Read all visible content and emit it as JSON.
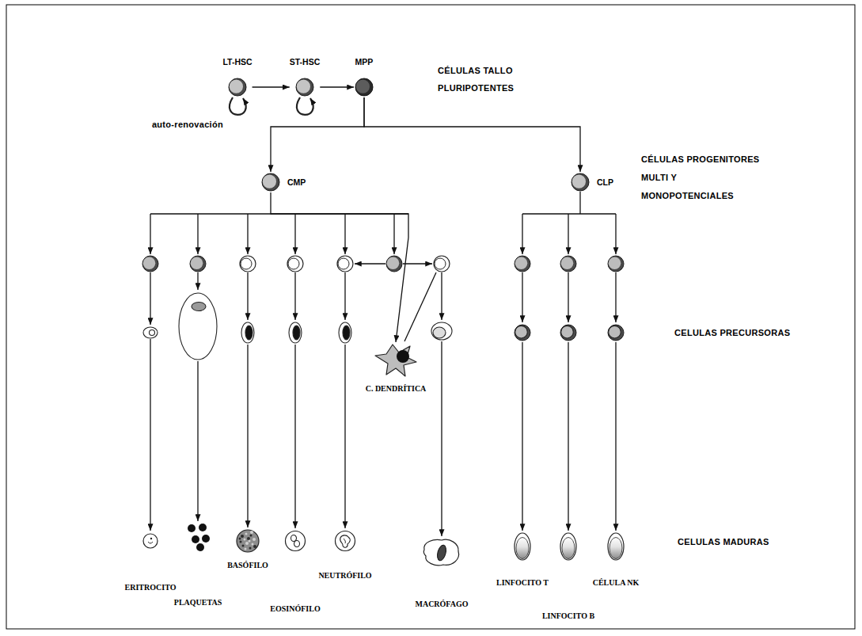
{
  "diagram": {
    "nodes": [
      {
        "text": [
          "LT-HSC"
        ]
      },
      {
        "text": [
          "ST-HSC"
        ]
      },
      {
        "text": [
          "MPP"
        ]
      },
      {
        "text": [
          "CMP"
        ]
      },
      {
        "text": [
          "CLP"
        ]
      },
      {
        "text": [
          "C. DENDRÍTICA"
        ]
      },
      {
        "text": [
          "ERITROCITO"
        ]
      },
      {
        "text": [
          "PLAQUETAS"
        ]
      },
      {
        "text": [
          "BASÓFILO"
        ]
      },
      {
        "text": [
          "EOSINÓFILO"
        ]
      },
      {
        "text": [
          "NEUTRÓFILO"
        ]
      },
      {
        "text": [
          "MACRÓFAGO"
        ]
      },
      {
        "text": [
          "LINFOCITO T"
        ]
      },
      {
        "text": [
          "LINFOCITO B"
        ]
      },
      {
        "text": [
          "CÉLULA NK"
        ]
      }
    ],
    "edges": [
      {
        "from": 0,
        "to": 1,
        "arrow": "to"
      },
      {
        "from": 1,
        "to": 2,
        "arrow": "to"
      },
      {
        "from": 2,
        "to": 3,
        "arrow": "to"
      },
      {
        "from": 2,
        "to": 4,
        "arrow": "to"
      },
      {
        "from": 3,
        "to": 5,
        "arrow": "to"
      }
    ],
    "labels": [
      "auto-renovación",
      "CÉLULAS TALLO PLURIPOTENTES",
      "CÉLULAS PROGENITORES MULTI Y MONOPOTENCIALES",
      "CELULAS PRECURSORAS",
      "CELULAS MADURAS"
    ]
  }
}
